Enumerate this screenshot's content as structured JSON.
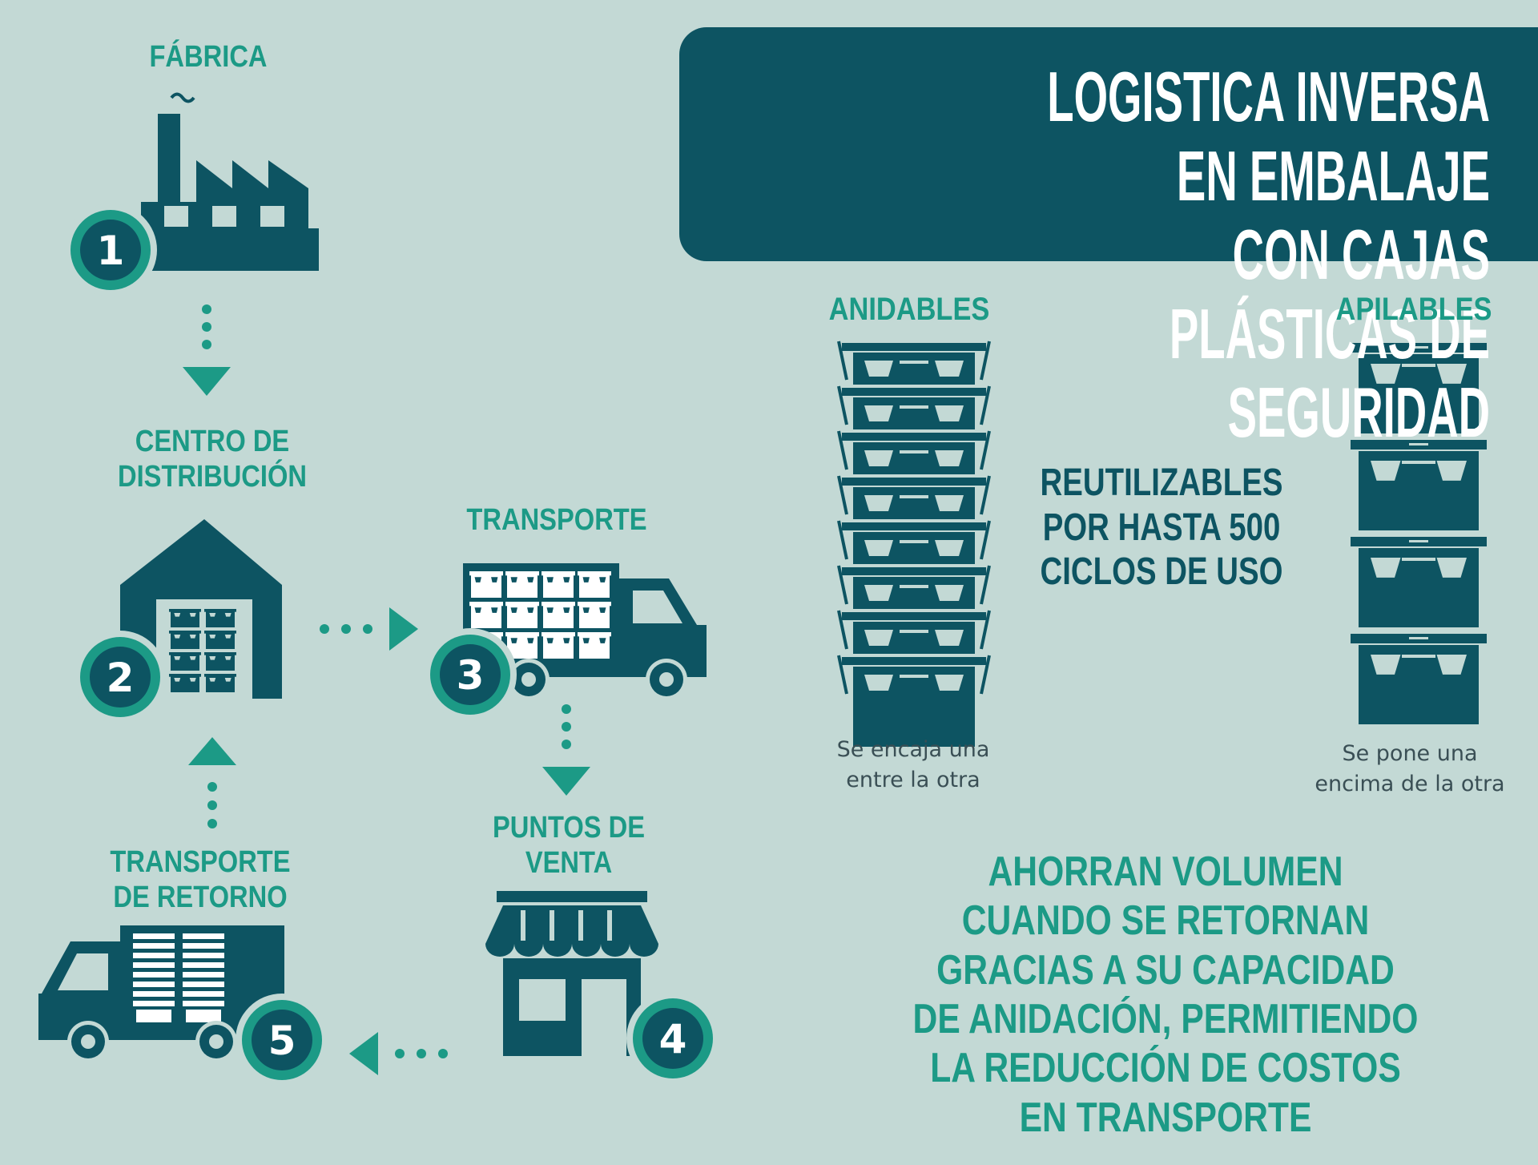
{
  "title": {
    "line1": "LOGISTICA INVERSA EN EMBALAJE",
    "line2": "CON CAJAS PLÁSTICAS DE SEGURIDAD"
  },
  "steps": [
    {
      "number": "1",
      "label": "FÁBRICA",
      "icon": "factory-icon"
    },
    {
      "number": "2",
      "label": "CENTRO DE\nDISTRIBUCIÓN",
      "icon": "warehouse-icon"
    },
    {
      "number": "3",
      "label": "TRANSPORTE",
      "icon": "truck-icon"
    },
    {
      "number": "4",
      "label": "PUNTOS DE\nVENTA",
      "icon": "store-icon"
    },
    {
      "number": "5",
      "label": "TRANSPORTE\nDE RETORNO",
      "icon": "return-truck-icon"
    }
  ],
  "crate_types": {
    "nestable": {
      "label": "ANIDABLES",
      "caption": "Se encaja una\nentre la otra",
      "count": 8
    },
    "stackable": {
      "label": "APILABLES",
      "caption": "Se pone una\nencima de la otra",
      "count": 4
    }
  },
  "reuse_text": "REUTILIZABLES\nPOR HASTA 500\nCICLOS DE USO",
  "savings_text": "AHORRAN VOLUMEN\nCUANDO SE RETORNAN\nGRACIAS A SU CAPACIDAD\nDE ANIDACIÓN, PERMITIENDO\nLA  REDUCCIÓN DE COSTOS\nEN TRANSPORTE",
  "colors": {
    "background": "#c3d9d5",
    "dark": "#0d5462",
    "accent": "#1c9a86",
    "white": "#ffffff",
    "caption": "#3a4f55"
  }
}
